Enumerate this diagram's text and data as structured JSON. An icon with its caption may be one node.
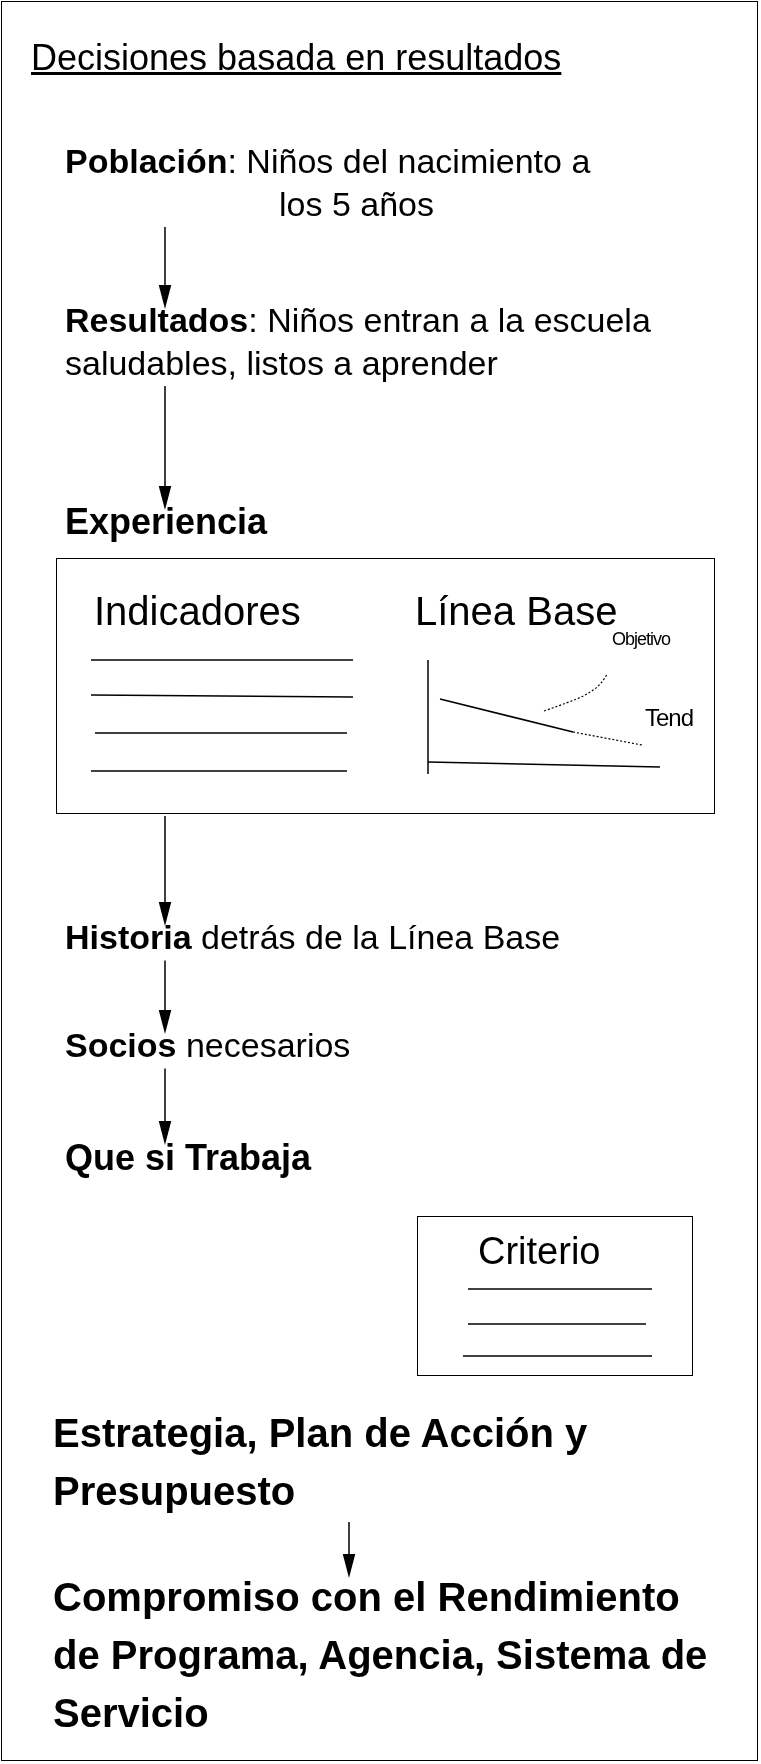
{
  "diagram": {
    "title": "Decisiones basada en resultados",
    "nodes": [
      {
        "text": [
          "**Población**: Niños del nacimiento a los 5 años"
        ]
      },
      {
        "text": [
          "**Resultados**: Niños entran a la escuela saludables, listos a aprender"
        ]
      },
      {
        "text": [
          "Experiencia",
          "Indicadores",
          "Línea Base"
        ]
      },
      {
        "text": [
          "**Historia** detrás de la Línea Base"
        ]
      },
      {
        "text": [
          "**Socios** necesarios"
        ]
      },
      {
        "text": [
          "Que si Trabaja"
        ]
      },
      {
        "text": [
          "Criterio"
        ]
      },
      {
        "text": [
          "Estrategia, Plan de Acción y Presupuesto"
        ]
      },
      {
        "text": [
          "Compromiso con el Rendimiento de Programa, Agencia, Sistema de Servicio"
        ]
      }
    ],
    "edges": [
      {
        "from": 0,
        "to": 1,
        "arrow": "to"
      },
      {
        "from": 1,
        "to": 2,
        "arrow": "to"
      },
      {
        "from": 2,
        "to": 3,
        "arrow": "to"
      },
      {
        "from": 3,
        "to": 4,
        "arrow": "to"
      },
      {
        "from": 4,
        "to": 5,
        "arrow": "to"
      },
      {
        "from": 7,
        "to": 8,
        "arrow": "to"
      }
    ],
    "labels": [
      "Objetivo",
      "Tend"
    ]
  }
}
